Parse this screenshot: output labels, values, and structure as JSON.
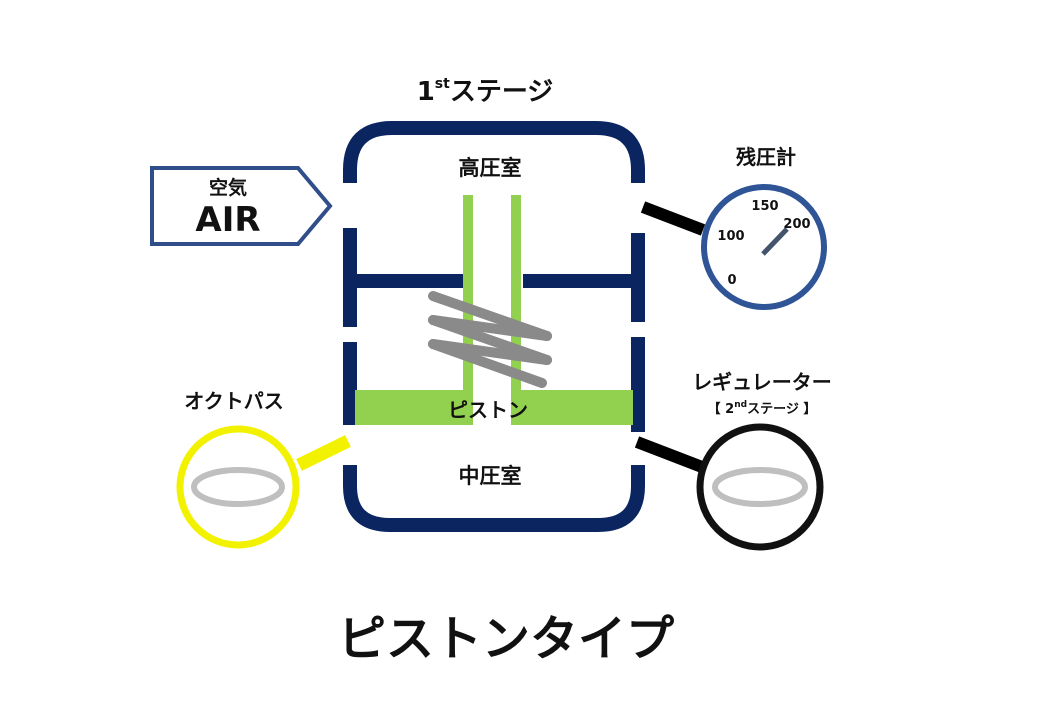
{
  "colors": {
    "chamber": "#0b2560",
    "air_arrow": "#2f4e8a",
    "air_text": "#3a4a66",
    "gauge": "#2f5597",
    "piston": "#92d050",
    "spring": "#8a8a8a",
    "octopus_ring": "#f2f200",
    "regulator_ring": "#111111",
    "oring": "#bfbfbf"
  },
  "stage": {
    "number": "1",
    "suffix": "st",
    "label": "ステージ"
  },
  "air": {
    "jp": "空気",
    "en": "AIR"
  },
  "chambers": {
    "high": "高圧室",
    "mid": "中圧室",
    "piston": "ピストン"
  },
  "gauge": {
    "title": "残圧計",
    "ticks": [
      "0",
      "100",
      "150",
      "200"
    ]
  },
  "octopus": {
    "label": "オクトパス"
  },
  "regulator": {
    "label": "レギュレーター",
    "sub_open": "【 2",
    "sub_sup": "nd",
    "sub_close": "ステージ 】"
  },
  "title": "ピストンタイプ"
}
